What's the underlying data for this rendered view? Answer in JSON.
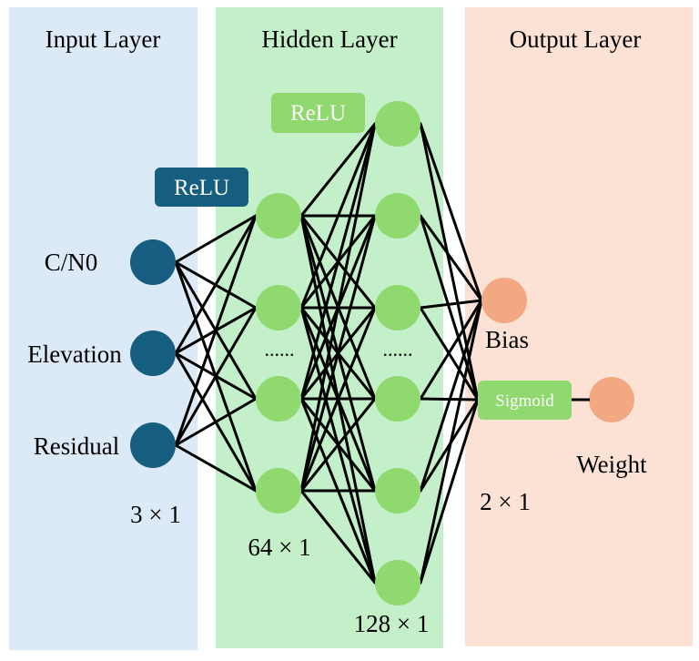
{
  "panels": {
    "input": {
      "title": "Input Layer",
      "color": "#dce9f6"
    },
    "hidden": {
      "title": "Hidden Layer",
      "color": "#c3f0c8"
    },
    "output": {
      "title": "Output Layer",
      "color": "#fbe2d5"
    }
  },
  "input_layer": {
    "features": [
      "C/N0",
      "Elevation",
      "Residual"
    ],
    "size_label": "3 × 1",
    "activation_label": "ReLU",
    "node_color": "#155e7f",
    "badge_color": "#155e7f"
  },
  "hidden_layer_1": {
    "size_label": "64 × 1",
    "ellipsis": "......",
    "node_color": "#8fd96f"
  },
  "hidden_layer_2": {
    "size_label": "128 × 1",
    "ellipsis": "......",
    "activation_label": "ReLU",
    "node_color": "#8fd96f",
    "badge_color": "#8fd96f"
  },
  "output_layer": {
    "bias_label": "Bias",
    "weight_label": "Weight",
    "activation_label": "Sigmoid",
    "size_label": "2 × 1",
    "node_color": "#f2a982",
    "badge_color": "#8fd96f"
  },
  "edge_color": "#000000"
}
